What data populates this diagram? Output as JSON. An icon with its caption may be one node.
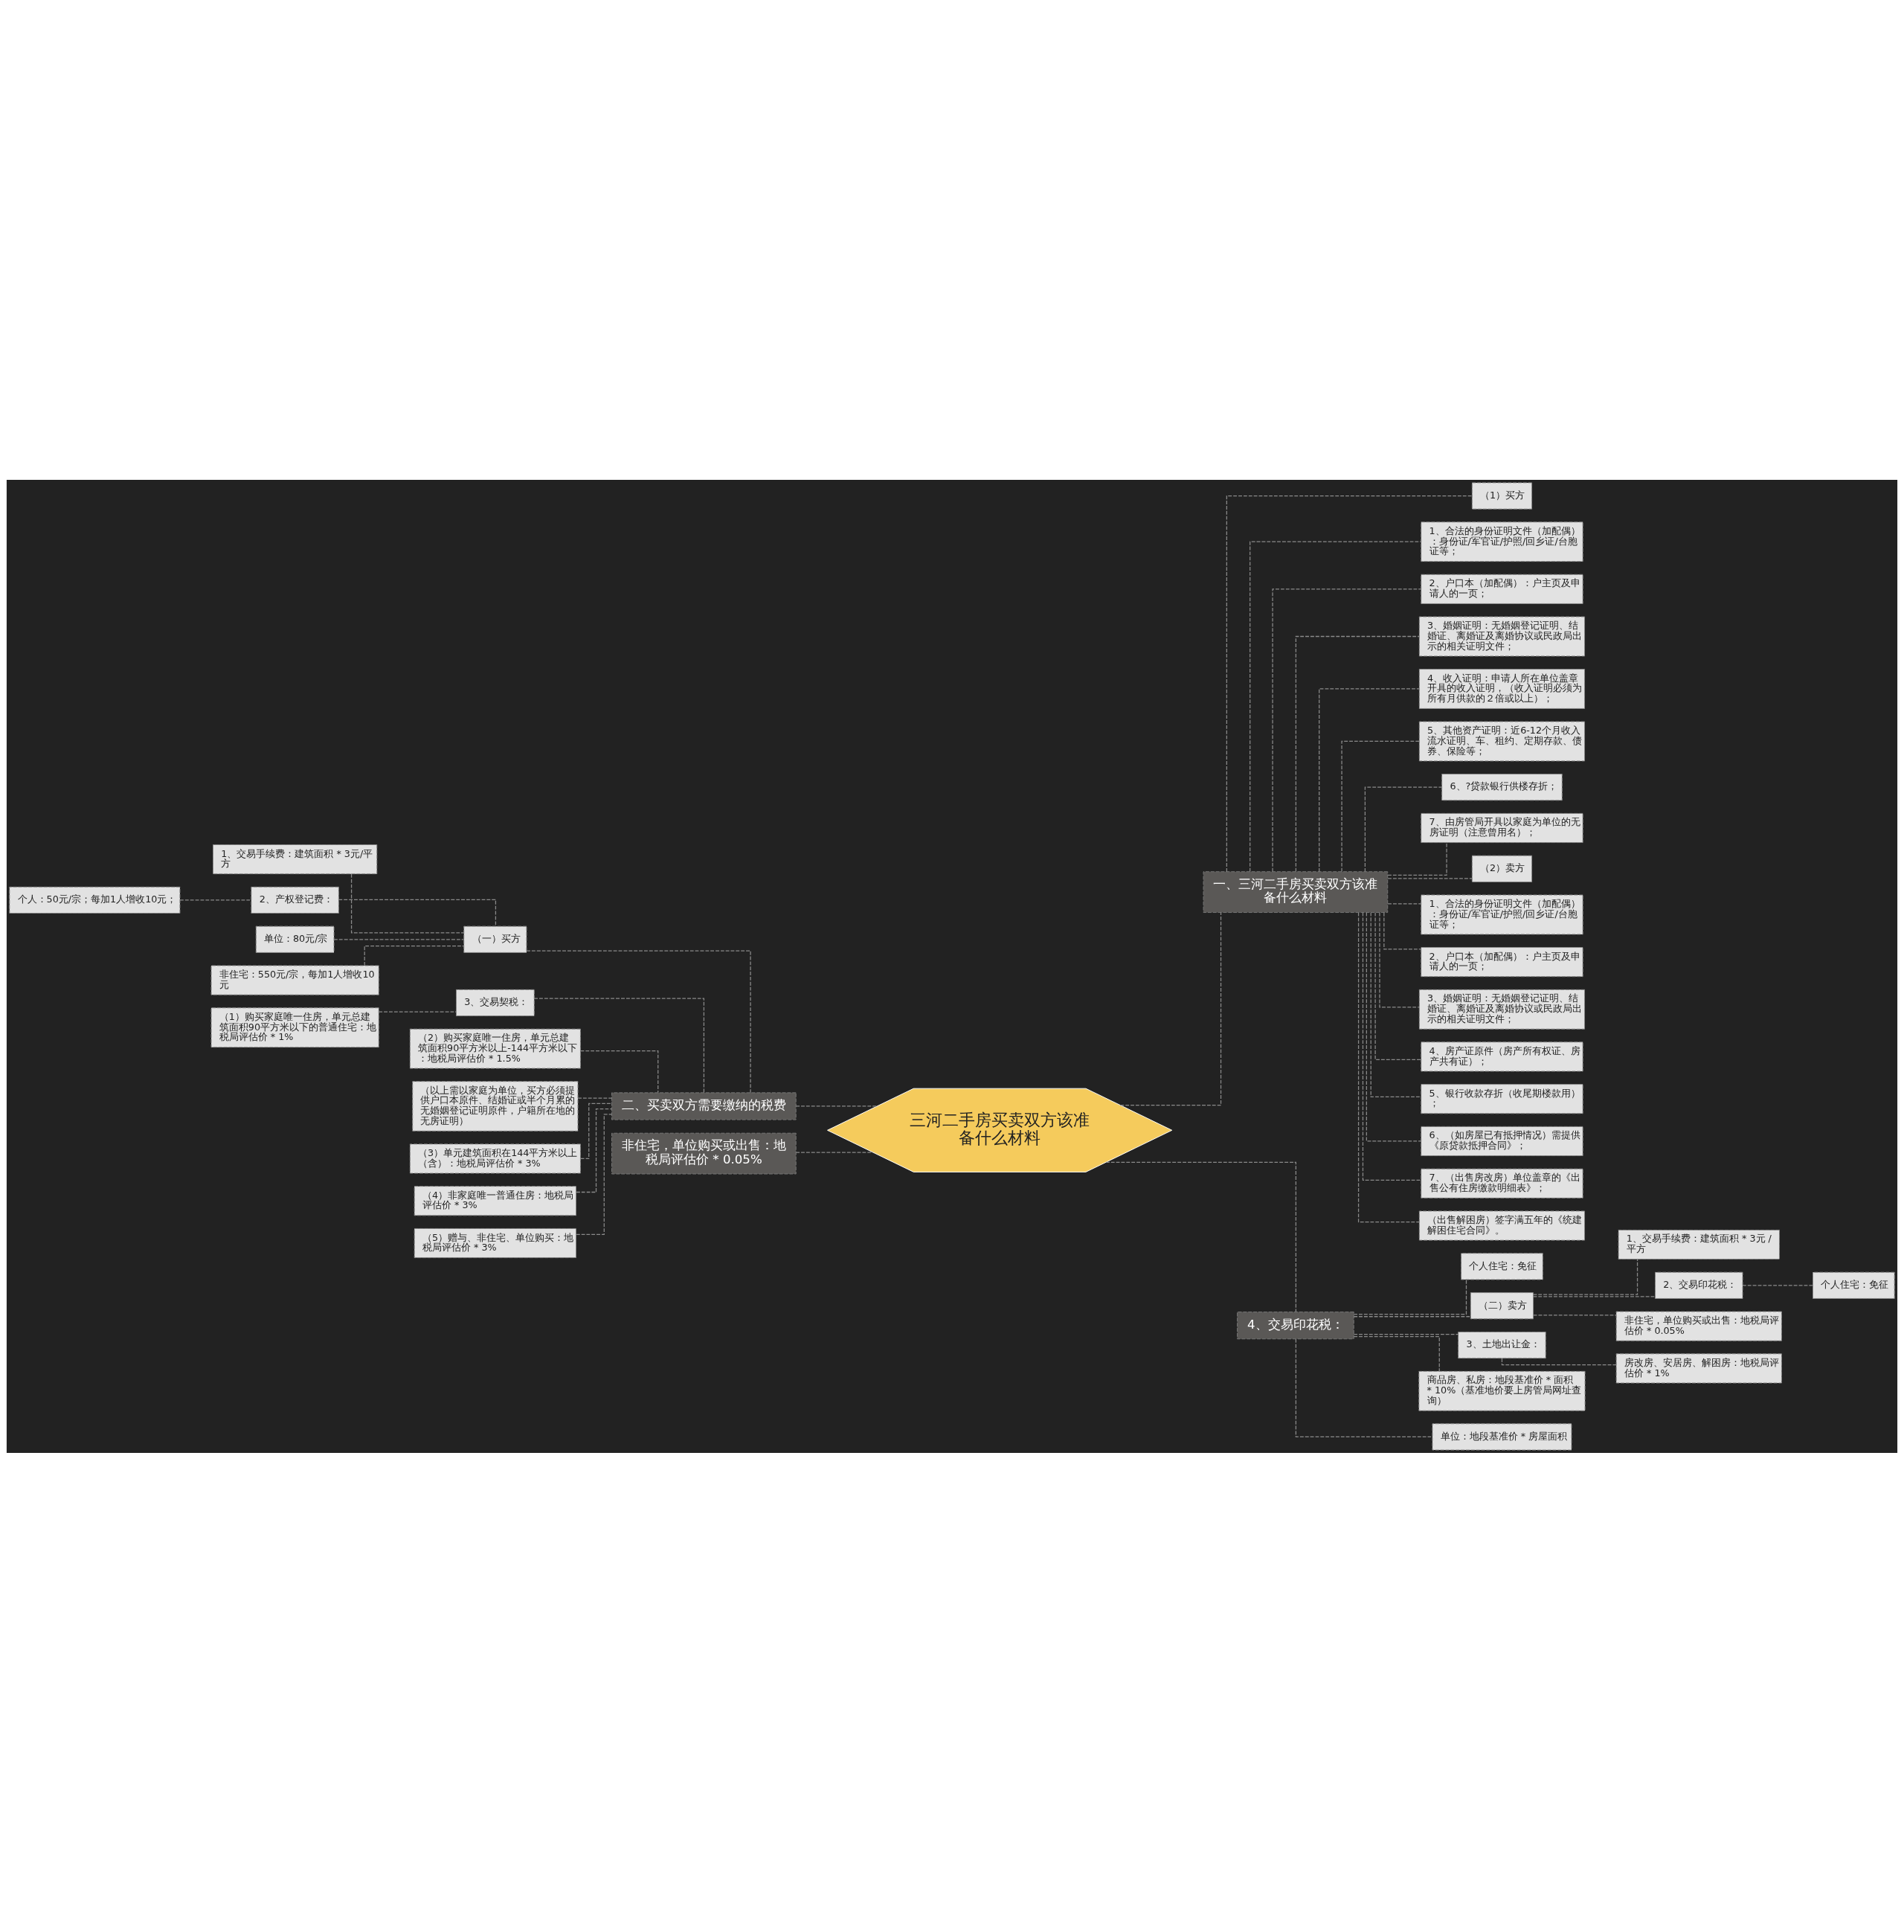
{
  "diagram": {
    "nodes": [
      {
        "text": [
          "三河二手房买卖双方该准备什么材料"
        ]
      },
      {
        "text": [
          "一、三河二手房买卖双方该准备什么材料"
        ]
      },
      {
        "text": [
          "（1）买方"
        ]
      },
      {
        "text": [
          "1、合法的身份证明文件（加配偶）：身份证/军官证/护照/回乡证/台胞证等；"
        ]
      },
      {
        "text": [
          "2、户口本（加配偶）：户主页及申请人的一页；"
        ]
      },
      {
        "text": [
          "3、婚姻证明：无婚姻登记证明、结婚证、离婚证及离婚协议或民政局出示的相关证明文件；"
        ]
      },
      {
        "text": [
          "4、收入证明：申请人所在单位盖章开具的收入证明，（收入证明必须为所有月供款的２倍或以上）；"
        ]
      },
      {
        "text": [
          "5、其他资产证明：近6-12个月收入流水证明、车、租约、定期存款、债券、保险等；"
        ]
      },
      {
        "text": [
          "6、?贷款银行供楼存折；"
        ]
      },
      {
        "text": [
          "7、由房管局开具以家庭为单位的无房证明（注意曾用名）；"
        ]
      },
      {
        "text": [
          "（2）卖方"
        ]
      },
      {
        "text": [
          "1、合法的身份证明文件（加配偶）：身份证/军官证/护照/回乡证/台胞证等；"
        ]
      },
      {
        "text": [
          "2、户口本（加配偶）：户主页及申请人的一页；"
        ]
      },
      {
        "text": [
          "3、婚姻证明：无婚姻登记证明、结婚证、离婚证及离婚协议或民政局出示的相关证明文件；"
        ]
      },
      {
        "text": [
          "4、房产证原件（房产所有权证、房产共有证）；"
        ]
      },
      {
        "text": [
          "5、银行收款存折（收尾期楼款用）；"
        ]
      },
      {
        "text": [
          "6、（如房屋已有抵押情况）需提供《原贷款抵押合同》；"
        ]
      },
      {
        "text": [
          "7、（出售房改房）单位盖章的《出售公有住房缴款明细表》；"
        ]
      },
      {
        "text": [
          "（出售解困房）签字满五年的《统建解困住宅合同》。"
        ]
      },
      {
        "text": [
          "4、交易印花税："
        ]
      },
      {
        "text": [
          "个人住宅：免征"
        ]
      },
      {
        "text": [
          "（二）卖方"
        ]
      },
      {
        "text": [
          "1、交易手续费：建筑面积 * 3元 / 平方"
        ]
      },
      {
        "text": [
          "2、交易印花税："
        ]
      },
      {
        "text": [
          "个人住宅：免征"
        ]
      },
      {
        "text": [
          "非住宅，单位购买或出售：地税局评估价 * 0.05%"
        ]
      },
      {
        "text": [
          "3、土地出让金："
        ]
      },
      {
        "text": [
          "房改房、安居房、解困房：地税局评估价 * 1%"
        ]
      },
      {
        "text": [
          "商品房、私房：地段基准价 * 面积 * 10%（基准地价要上房管局网址查询）"
        ]
      },
      {
        "text": [
          "单位：地段基准价 * 房屋面积"
        ]
      },
      {
        "text": [
          "二、买卖双方需要缴纳的税费"
        ]
      },
      {
        "text": [
          "（一）买方"
        ]
      },
      {
        "text": [
          "1、交易手续费：建筑面积 * 3元/平方"
        ]
      },
      {
        "text": [
          "2、产权登记费："
        ]
      },
      {
        "text": [
          "个人：50元/宗；每加1人增收10元；"
        ]
      },
      {
        "text": [
          "单位：80元/宗"
        ]
      },
      {
        "text": [
          "非住宅：550元/宗，每加1人增收10元"
        ]
      },
      {
        "text": [
          "3、交易契税："
        ]
      },
      {
        "text": [
          "（1）购买家庭唯一住房，单元总建筑面积90平方米以下的普通住宅：地税局评估价 * 1%"
        ]
      },
      {
        "text": [
          "（2）购买家庭唯一住房，单元总建筑面积90平方米以上-144平方米以下：地税局评估价 * 1.5%"
        ]
      },
      {
        "text": [
          "（以上需以家庭为单位，买方必须提供户口本原件、结婚证或半个月累的无婚姻登记证明原件，户籍所在地的无房证明）"
        ]
      },
      {
        "text": [
          "（3）单元建筑面积在144平方米以上（含）：地税局评估价 * 3%"
        ]
      },
      {
        "text": [
          "（4）非家庭唯一普通住房：地税局评估价 * 3%"
        ]
      },
      {
        "text": [
          "（5）赠与、非住宅、单位购买：地税局评估价 * 3%"
        ]
      },
      {
        "text": [
          "非住宅，单位购买或出售：地税局评估价 * 0.05%"
        ]
      }
    ],
    "edges": [
      {
        "from": 0,
        "to": 1,
        "arrow": "none",
        "style": "dashed"
      },
      {
        "from": 1,
        "to": 2,
        "arrow": "none",
        "style": "dashed"
      },
      {
        "from": 1,
        "to": 3,
        "arrow": "none",
        "style": "dashed"
      },
      {
        "from": 1,
        "to": 4,
        "arrow": "none",
        "style": "dashed"
      },
      {
        "from": 1,
        "to": 5,
        "arrow": "none",
        "style": "dashed"
      },
      {
        "from": 1,
        "to": 6,
        "arrow": "none",
        "style": "dashed"
      },
      {
        "from": 1,
        "to": 7,
        "arrow": "none",
        "style": "dashed"
      },
      {
        "from": 1,
        "to": 8,
        "arrow": "none",
        "style": "dashed"
      },
      {
        "from": 1,
        "to": 9,
        "arrow": "none",
        "style": "dashed"
      },
      {
        "from": 1,
        "to": 10,
        "arrow": "none",
        "style": "dashed"
      },
      {
        "from": 1,
        "to": 11,
        "arrow": "none",
        "style": "dashed"
      },
      {
        "from": 1,
        "to": 12,
        "arrow": "none",
        "style": "dashed"
      },
      {
        "from": 1,
        "to": 13,
        "arrow": "none",
        "style": "dashed"
      },
      {
        "from": 1,
        "to": 14,
        "arrow": "none",
        "style": "dashed"
      },
      {
        "from": 1,
        "to": 15,
        "arrow": "none",
        "style": "dashed"
      },
      {
        "from": 1,
        "to": 16,
        "arrow": "none",
        "style": "dashed"
      },
      {
        "from": 1,
        "to": 17,
        "arrow": "none",
        "style": "dashed"
      },
      {
        "from": 1,
        "to": 18,
        "arrow": "none",
        "style": "dashed"
      },
      {
        "from": 0,
        "to": 19,
        "arrow": "none",
        "style": "dashed"
      },
      {
        "from": 19,
        "to": 20,
        "arrow": "none",
        "style": "dashed"
      },
      {
        "from": 19,
        "to": 21,
        "arrow": "none",
        "style": "dashed"
      },
      {
        "from": 21,
        "to": 22,
        "arrow": "none",
        "style": "dashed"
      },
      {
        "from": 21,
        "to": 23,
        "arrow": "none",
        "style": "dashed"
      },
      {
        "from": 23,
        "to": 24,
        "arrow": "none",
        "style": "dashed"
      },
      {
        "from": 21,
        "to": 25,
        "arrow": "none",
        "style": "dashed"
      },
      {
        "from": 19,
        "to": 26,
        "arrow": "none",
        "style": "dashed"
      },
      {
        "from": 26,
        "to": 27,
        "arrow": "none",
        "style": "dashed"
      },
      {
        "from": 19,
        "to": 28,
        "arrow": "none",
        "style": "dashed"
      },
      {
        "from": 19,
        "to": 29,
        "arrow": "none",
        "style": "dashed"
      },
      {
        "from": 30,
        "to": 0,
        "arrow": "none",
        "style": "dashed"
      },
      {
        "from": 31,
        "to": 30,
        "arrow": "none",
        "style": "dashed"
      },
      {
        "from": 32,
        "to": 31,
        "arrow": "none",
        "style": "dashed"
      },
      {
        "from": 33,
        "to": 31,
        "arrow": "none",
        "style": "dashed"
      },
      {
        "from": 34,
        "to": 33,
        "arrow": "none",
        "style": "dashed"
      },
      {
        "from": 35,
        "to": 31,
        "arrow": "none",
        "style": "dashed"
      },
      {
        "from": 36,
        "to": 31,
        "arrow": "none",
        "style": "dashed"
      },
      {
        "from": 37,
        "to": 30,
        "arrow": "none",
        "style": "dashed"
      },
      {
        "from": 38,
        "to": 37,
        "arrow": "none",
        "style": "dashed"
      },
      {
        "from": 39,
        "to": 30,
        "arrow": "none",
        "style": "dashed"
      },
      {
        "from": 40,
        "to": 30,
        "arrow": "none",
        "style": "dashed"
      },
      {
        "from": 41,
        "to": 30,
        "arrow": "none",
        "style": "dashed"
      },
      {
        "from": 42,
        "to": 30,
        "arrow": "none",
        "style": "dashed"
      },
      {
        "from": 43,
        "to": 30,
        "arrow": "none",
        "style": "dashed"
      },
      {
        "from": 44,
        "to": 0,
        "arrow": "none",
        "style": "dashed"
      }
    ]
  }
}
